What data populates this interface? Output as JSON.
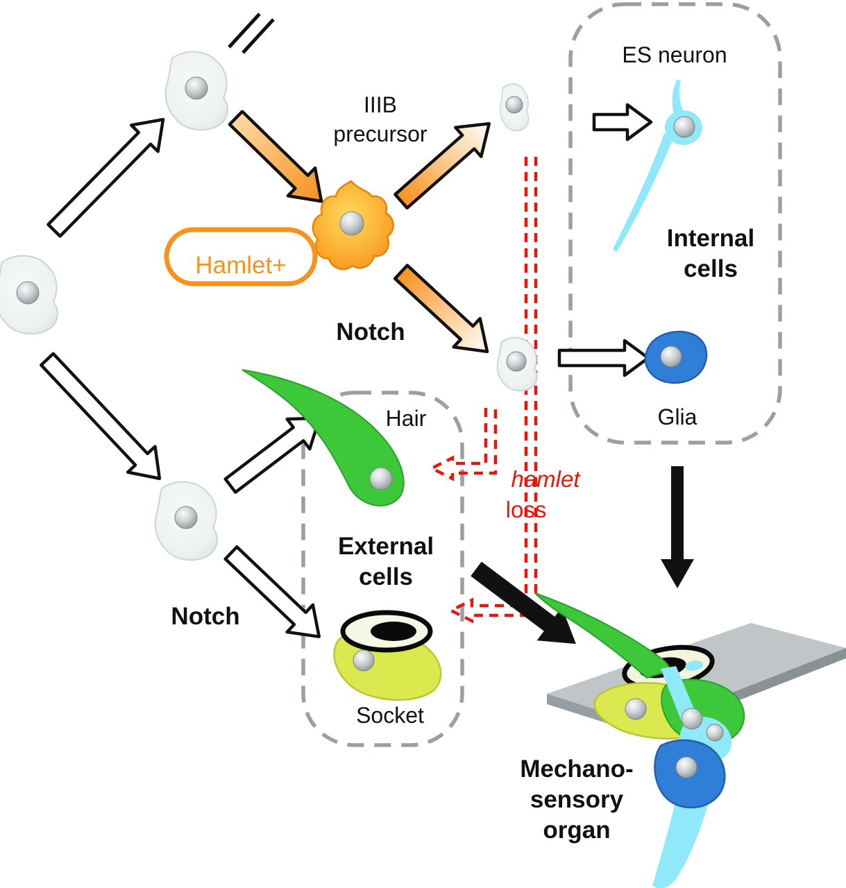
{
  "labels": {
    "iiib_line1": "IIIB",
    "iiib_line2": "precursor",
    "hamlet_plus": "Hamlet+",
    "notch_upper": "Notch",
    "notch_lower": "Notch",
    "es_neuron": "ES neuron",
    "internal_line1": "Internal",
    "internal_line2": "cells",
    "glia": "Glia",
    "hamlet_loss_line1": "hamlet",
    "hamlet_loss_line2": "loss",
    "hair": "Hair",
    "external_line1": "External",
    "external_line2": "cells",
    "socket": "Socket",
    "organ_line1": "Mechano-",
    "organ_line2": "sensory",
    "organ_line3": "organ"
  },
  "colors": {
    "hamlet_orange": "#F6921E",
    "red_signal": "#E3170C",
    "neuron_cyan": "#8FE9F8",
    "glia_blue": "#2F7FD8",
    "hair_green": "#3CC838",
    "socket_yellow": "#DCE94E",
    "dashed_box_gray": "#9AA0A0",
    "plate_gray": "#C0C6C8",
    "text_black": "#111111"
  }
}
